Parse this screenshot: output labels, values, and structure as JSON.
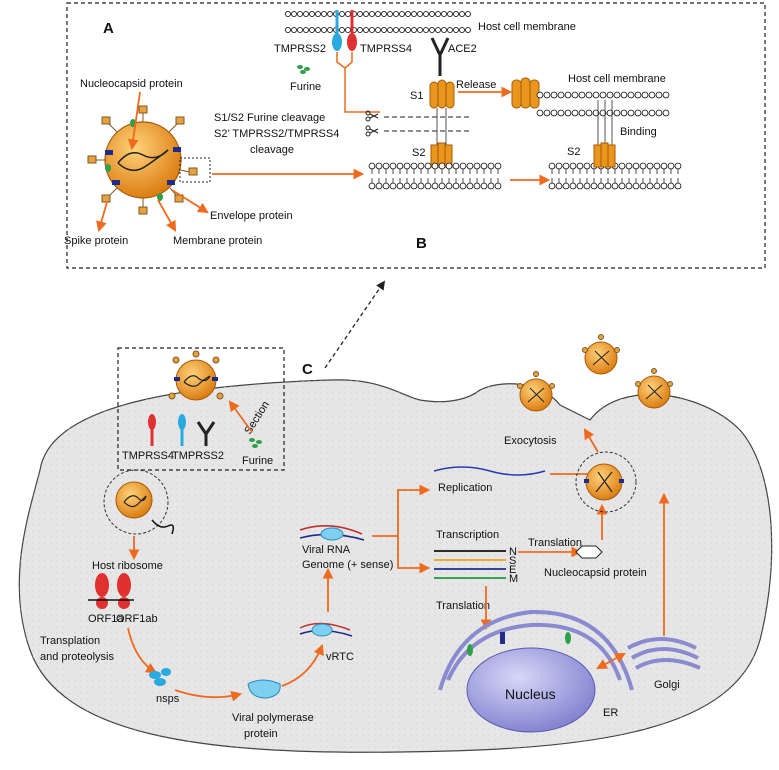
{
  "panels": {
    "a": "A",
    "b": "B",
    "c": "C"
  },
  "panel_a": {
    "nucleocapsid": "Nucleocapsid protein",
    "envelope": "Envelope protein",
    "spike": "Spike protein",
    "membrane": "Membrane protein"
  },
  "panel_b": {
    "host_membrane_top": "Host cell membrane",
    "host_membrane_right": "Host cell membrane",
    "tmprss2": "TMPRSS2",
    "tmprss4": "TMPRSS4",
    "ace2": "ACE2",
    "furine": "Furine",
    "s1": "S1",
    "release": "Release",
    "s1s2_cleavage": "S1/S2 Furine cleavage",
    "s2_cleavage_line1": "S2’ TMPRSS2/TMPRSS4",
    "s2_cleavage_line2": "cleavage",
    "s2_left": "S2",
    "s2_right": "S2",
    "binding": "Binding"
  },
  "panel_c": {
    "section": "Section",
    "tmprss4": "TMPRSS4",
    "tmprss2": "TMPRSS2",
    "furine": "Furine",
    "host_ribosome": "Host ribosome",
    "orf1a": "ORF1a",
    "orf1ab": "ORF1ab",
    "transplation_line1": "Transplation",
    "transplation_line2": "and proteolysis",
    "nsps": "nsps",
    "polymerase_line1": "Viral polymerase",
    "polymerase_line2": "protein",
    "vrtc": "vRTC",
    "viral_rna_line1": "Viral RNA",
    "viral_rna_line2": "Genome (+ sense)",
    "replication": "Replication",
    "transcription": "Transcription",
    "translation_top": "Translation",
    "translation_bottom": "Translation",
    "gene_n": "N",
    "gene_s": "S",
    "gene_e": "E",
    "gene_m": "M",
    "nucleocapsid": "Nucleocapsid protein",
    "exocytosis": "Exocytosis",
    "nucleus": "Nucleus",
    "er": "ER",
    "golgi": "Golgi"
  },
  "colors": {
    "arrow": "#f06a1e",
    "virion": "#e8961c",
    "tmprss2": "#2aa9e0",
    "tmprss4": "#e03030",
    "cell": "#e6e6e6",
    "nucleus": "#8e8ed8"
  }
}
